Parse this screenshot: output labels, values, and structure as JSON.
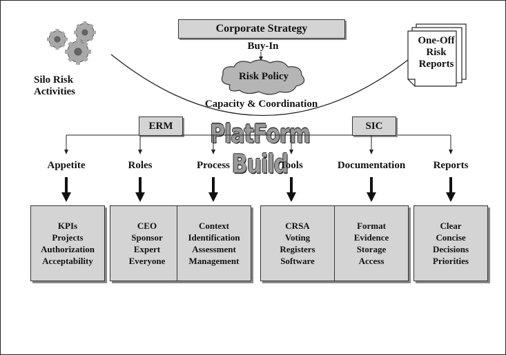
{
  "corporate_strategy": "Corporate Strategy",
  "buy_in": "Buy-In",
  "risk_policy": "Risk Policy",
  "capacity_coordination": "Capacity & Coordination",
  "silo": {
    "line1": "Silo Risk",
    "line2": "Activities"
  },
  "one_off": {
    "line1": "One-Off",
    "line2": "Risk",
    "line3": "Reports"
  },
  "erm": "ERM",
  "sic": "SIC",
  "platform_build": "PlatForm Build",
  "columns": [
    {
      "label": "Appetite",
      "items": [
        "KPIs",
        "Projects",
        "Authorization",
        "Acceptability"
      ]
    },
    {
      "label": "Roles",
      "items": [
        "CEO",
        "Sponsor",
        "Expert",
        "Everyone"
      ]
    },
    {
      "label": "Process",
      "items": [
        "Context",
        "Identification",
        "Assessment",
        "Management"
      ]
    },
    {
      "label": "Tools",
      "items": [
        "CRSA",
        "Voting",
        "Registers",
        "Software"
      ]
    },
    {
      "label": "Documentation",
      "items": [
        "Format",
        "Evidence",
        "Storage",
        "Access"
      ]
    },
    {
      "label": "Reports",
      "items": [
        "Clear",
        "Concise",
        "Decisions",
        "Priorities"
      ]
    }
  ],
  "colors": {
    "box_fill": "#d4d4d4",
    "shadow": "#888888",
    "line": "#222222"
  },
  "icons": {
    "silo": "gears-icon",
    "reports": "stacked-documents-icon",
    "policy": "cloud-icon"
  }
}
